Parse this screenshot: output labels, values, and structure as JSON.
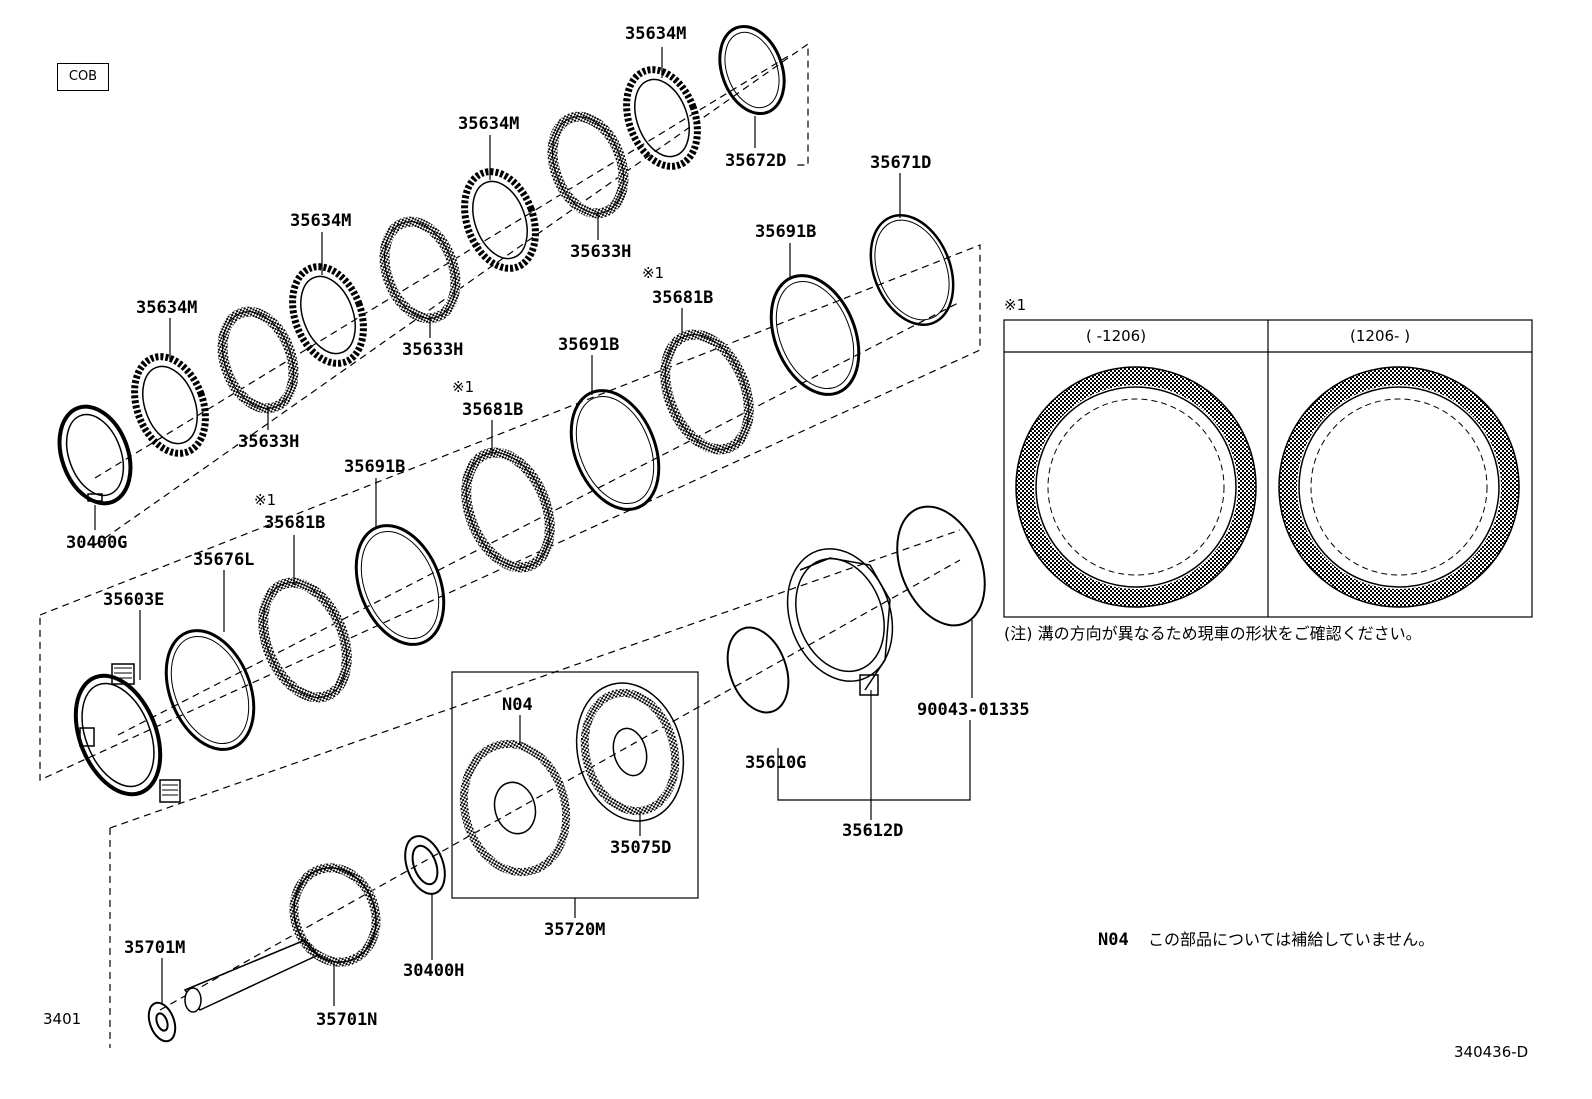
{
  "header": {
    "section_code": "COB"
  },
  "parts": {
    "p35634M_top": "35634M",
    "p35672D": "35672D",
    "p35634M_2": "35634M",
    "p35633H_1": "35633H",
    "p35671D": "35671D",
    "p35634M_3": "35634M",
    "p35691B_1": "35691B",
    "p35681B_1": "35681B",
    "p35633H_2": "35633H",
    "p35634M_4": "35634M",
    "p35691B_2": "35691B",
    "p35681B_2": "35681B",
    "p35633H_3": "35633H",
    "p30400G": "30400G",
    "p35691B_3": "35691B",
    "p35681B_3": "35681B",
    "p35676L": "35676L",
    "p35603E": "35603E",
    "pN04": "N04",
    "p90043": "90043-01335",
    "p35610G": "35610G",
    "p35075D": "35075D",
    "p35612D": "35612D",
    "p35720M": "35720M",
    "p30400H": "30400H",
    "p35701M": "35701M",
    "p35701N": "35701N"
  },
  "marks": {
    "m1": "※1",
    "m2": "※1",
    "m3": "※1",
    "m_panel": "※1"
  },
  "inset": {
    "col_left_label": "(     -1206)",
    "col_right_label": "(1206-     )",
    "note": "(注) 溝の方向が異なるため現車の形状をご確認ください。"
  },
  "legend": {
    "code": "N04",
    "text": "この部品については補給していません。"
  },
  "footer": {
    "page_ref": "3401",
    "diagram_id": "340436-D"
  }
}
